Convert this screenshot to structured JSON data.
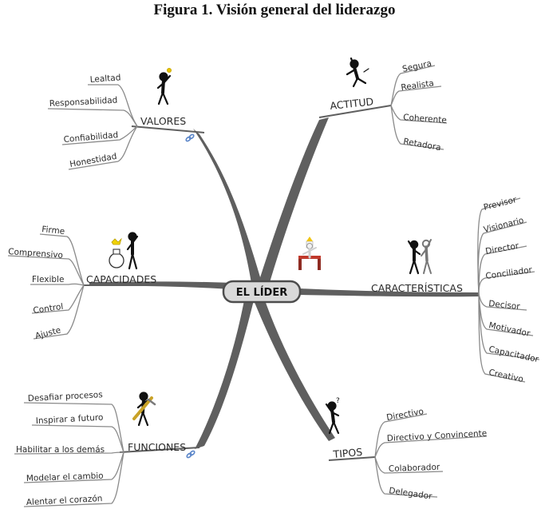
{
  "figure_title": "Figura 1. Visión general del liderazgo",
  "center": "EL LÍDER",
  "branches": {
    "valores": {
      "label": "VALORES",
      "items": [
        "Lealtad",
        "Responsabilidad",
        "Confiabilidad",
        "Honestidad"
      ]
    },
    "actitud": {
      "label": "ACTITUD",
      "items": [
        "Segura",
        "Realista",
        "Coherente",
        "Retadora"
      ]
    },
    "capacidades": {
      "label": "CAPACIDADES",
      "items": [
        "Firme",
        "Comprensivo",
        "Flexible",
        "Control",
        "Ajuste"
      ]
    },
    "caracteristicas": {
      "label": "CARACTERÍSTICAS",
      "items": [
        "Previsor",
        "Visionario",
        "Director",
        "Conciliador",
        "Decisor",
        "Motivador",
        "Capacitador",
        "Creativo"
      ]
    },
    "funciones": {
      "label": "FUNCIONES",
      "items": [
        "Desafiar procesos",
        "Inspirar a futuro",
        "Habilitar a los demás",
        "Modelar el cambio",
        "Alentar el corazón"
      ]
    },
    "tipos": {
      "label": "TIPOS",
      "items": [
        "Directivo",
        "Directivo y Convincente",
        "Colaborador",
        "Delegador"
      ]
    }
  },
  "colors": {
    "trunk": "#5f5f5f",
    "leaf_line": "#8a8a8a",
    "center_fill": "#d9d9d9",
    "center_border": "#4d4d4d",
    "link": "#5b86c9"
  },
  "icons": [
    "thinking-figure-icon",
    "cheering-figure-icon",
    "figure-with-lightbulb-icon",
    "two-figures-icon",
    "figure-with-tools-icon",
    "puzzled-figure-icon",
    "figure-at-barrier-icon",
    "link-icon"
  ]
}
